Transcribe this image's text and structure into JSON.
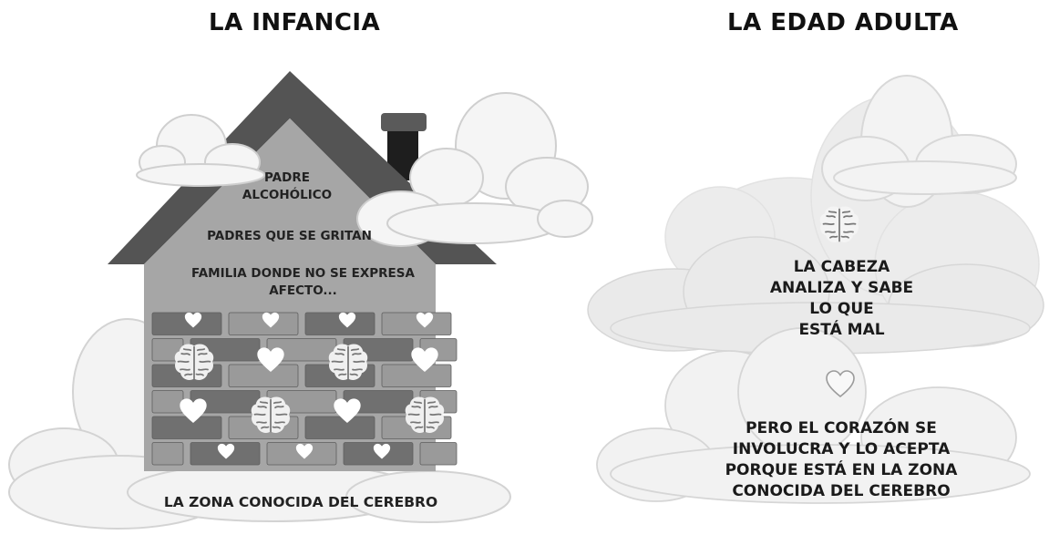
{
  "left": {
    "title": "LA INFANCIA",
    "roof_labels": [
      "PADRE",
      "ALCOHÓLICO",
      "PADRES QUE SE GRITAN",
      "FAMILIA DONDE NO SE EXPRESA",
      "AFECTO..."
    ],
    "caption": "LA ZONA CONOCIDA DEL CEREBRO"
  },
  "right": {
    "title": "LA EDAD ADULTA",
    "head_text": [
      "LA CABEZA",
      "ANALIZA Y SABE",
      "LO QUE",
      "ESTÁ MAL"
    ],
    "heart_text": [
      "PERO EL CORAZÓN SE",
      "INVOLUCRA Y LO ACEPTA",
      "PORQUE ESTÁ EN LA ZONA",
      "CONOCIDA DEL CEREBRO"
    ]
  },
  "colors": {
    "roof": "#545454",
    "wall": "#a6a6a6",
    "brick_dark": "#707070",
    "brick_light": "#9a9a9a",
    "chimney": "#1e1e1e",
    "cloud_fill": "#f2f2f2",
    "cloud_stroke": "#dcdcdc"
  },
  "icons": [
    "brain-icon",
    "heart-icon",
    "cloud-icon",
    "heart-outline-icon"
  ]
}
